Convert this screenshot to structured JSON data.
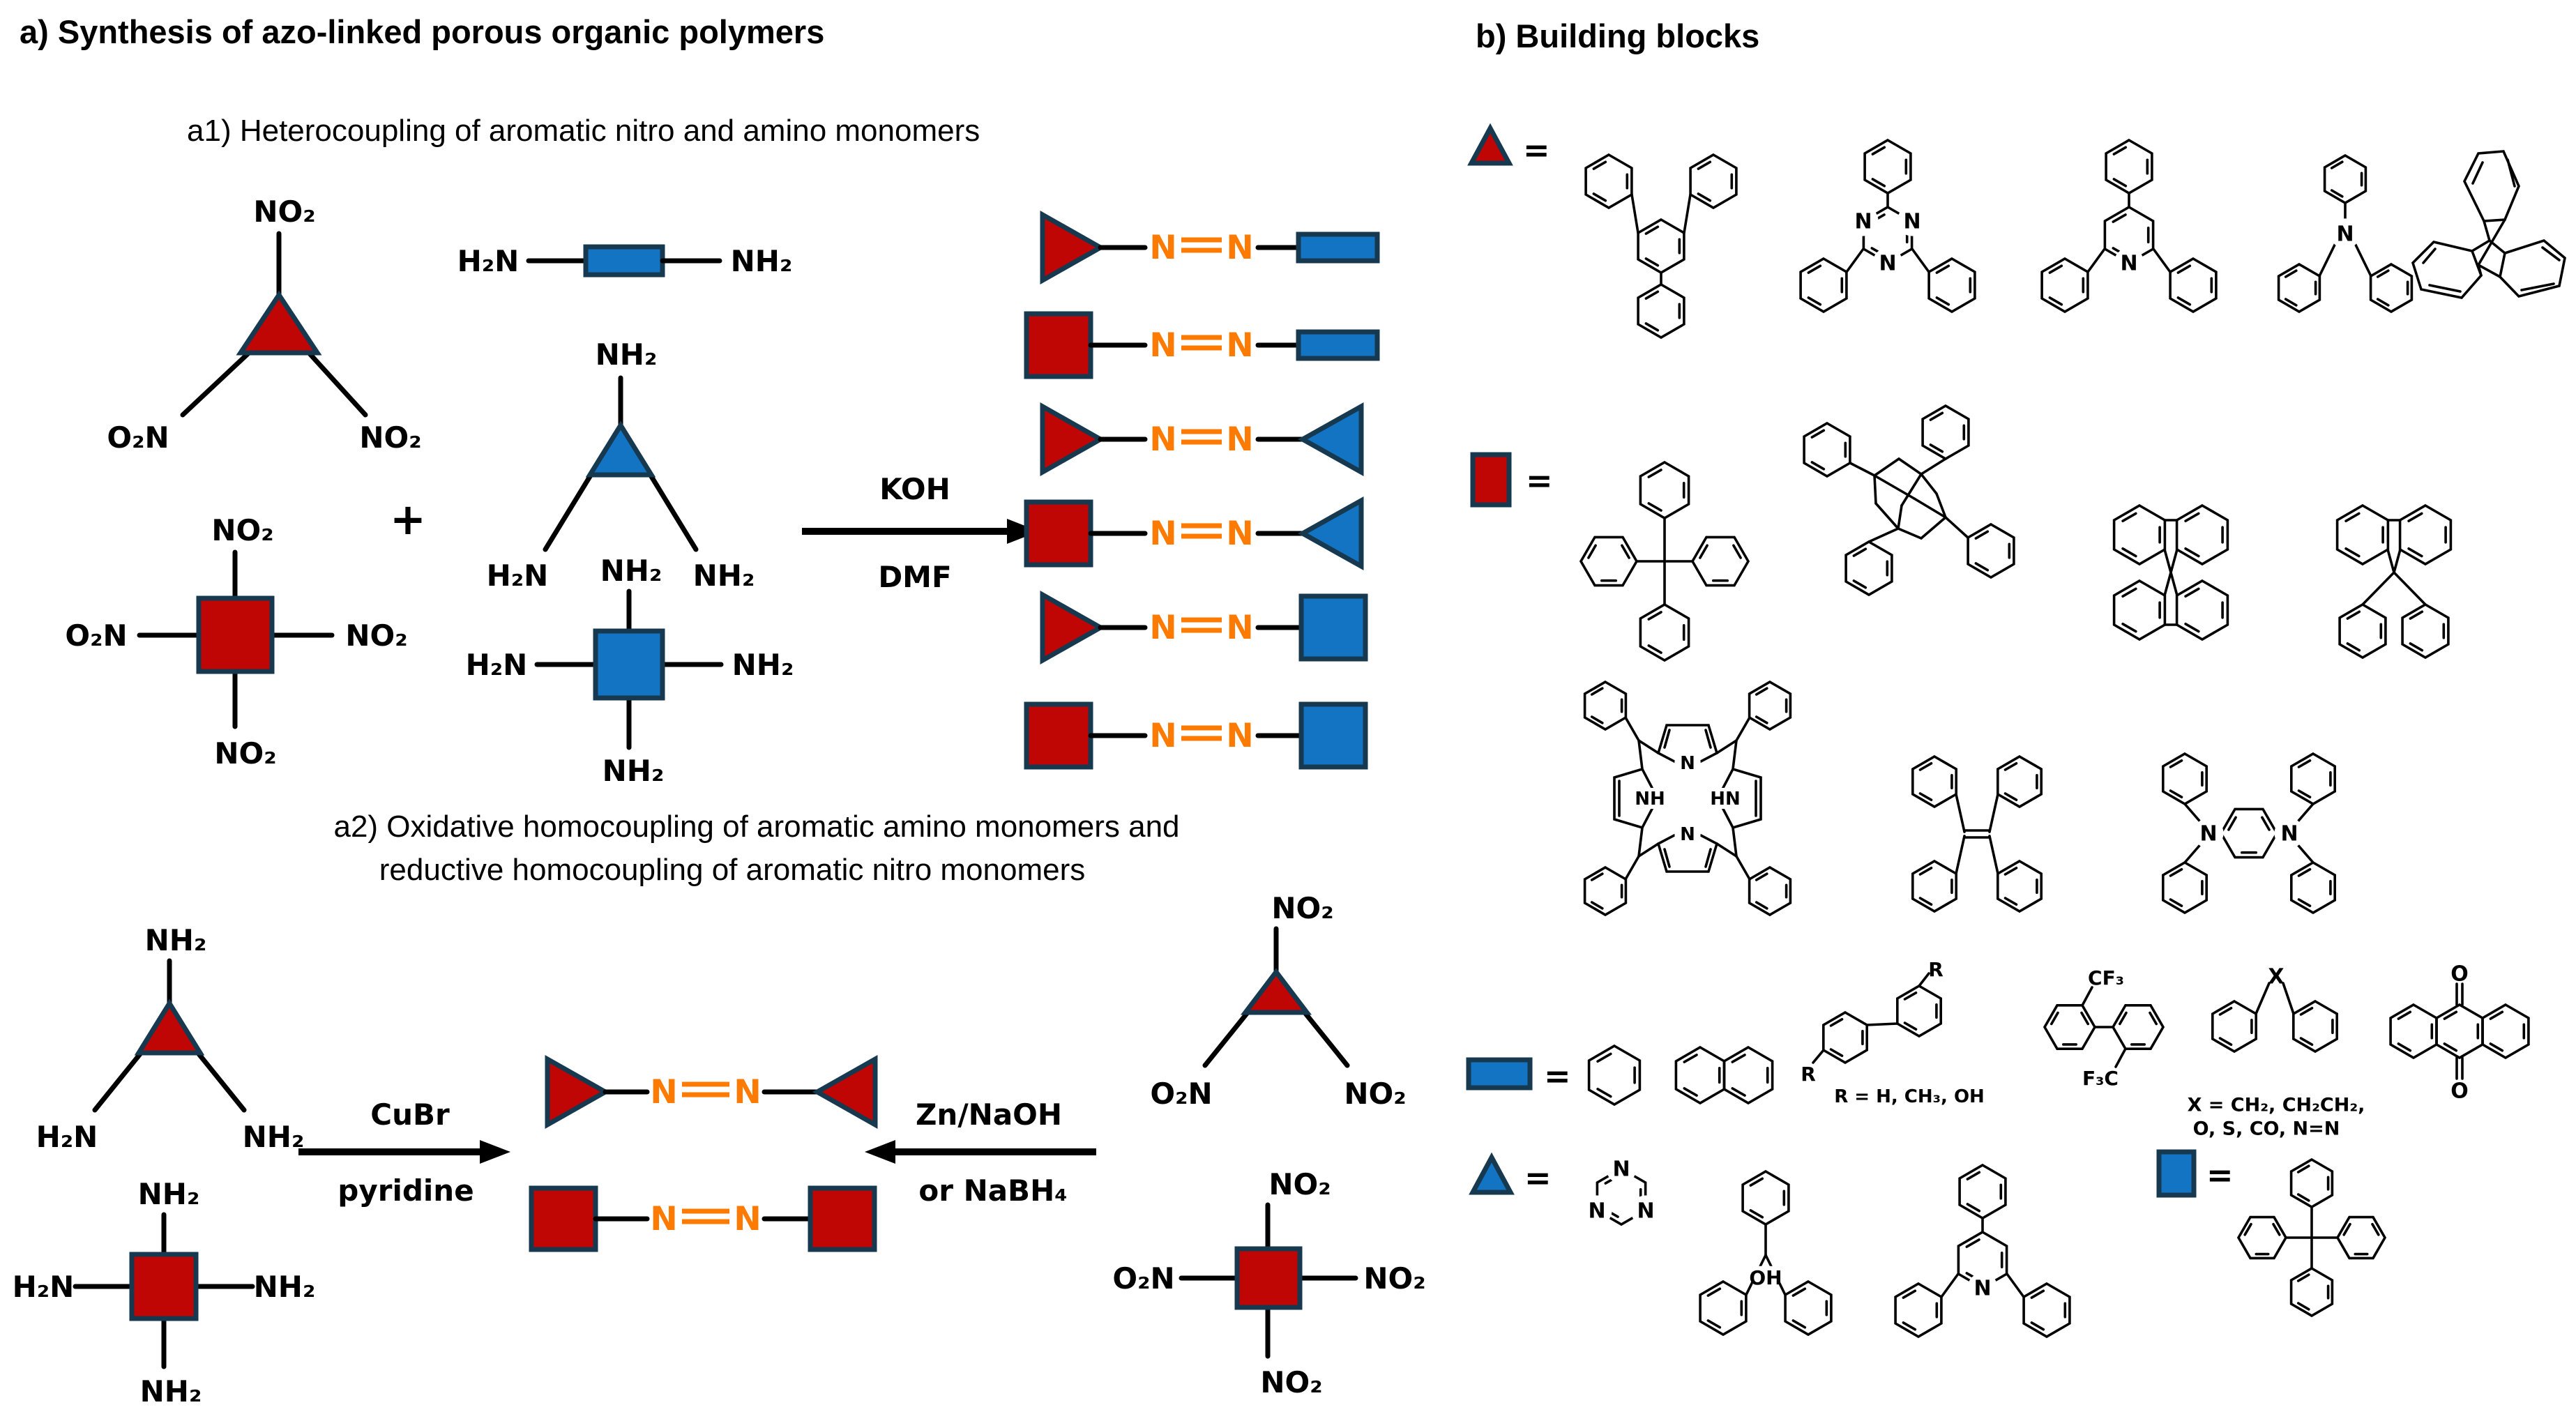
{
  "colors": {
    "monomer_red": "#c00505",
    "monomer_blue": "#1474c4",
    "shape_outline": "#16394f",
    "azo_orange": "#ff7a00",
    "text_black": "#000000"
  },
  "panel_a": {
    "title": "a) Synthesis of azo-linked porous organic polymers",
    "a1_subtitle": "a1) Heterocoupling of aromatic nitro and amino monomers",
    "a2_subtitle_1": "a2) Oxidative homocoupling of aromatic amino monomers and",
    "a2_subtitle_2": "reductive homocoupling of aromatic nitro monomers",
    "plus": "+",
    "labels": {
      "no2": "NO₂",
      "o2n": "O₂N",
      "nh2": "NH₂",
      "h2n": "H₂N",
      "n": "N"
    },
    "cond": {
      "koh": "KOH",
      "dmf": "DMF",
      "cubr": "CuBr",
      "pyridine": "pyridine",
      "zn": "Zn/NaOH",
      "nabh4": "or NaBH₄"
    },
    "a1_products": [
      {
        "left": "red-triangle",
        "link": "N=N",
        "right": "blue-bar"
      },
      {
        "left": "red-square",
        "link": "N=N",
        "right": "blue-bar"
      },
      {
        "left": "red-triangle",
        "link": "N=N",
        "right": "blue-triangle"
      },
      {
        "left": "red-square",
        "link": "N=N",
        "right": "blue-triangle"
      },
      {
        "left": "red-triangle",
        "link": "N=N",
        "right": "blue-square"
      },
      {
        "left": "red-square",
        "link": "N=N",
        "right": "blue-square"
      }
    ],
    "a2_products": [
      {
        "left": "red-triangle",
        "link": "N=N",
        "right": "red-triangle"
      },
      {
        "left": "red-square",
        "link": "N=N",
        "right": "red-square"
      }
    ]
  },
  "panel_b": {
    "title": "b) Building blocks",
    "eq": "=",
    "atoms": {
      "N": "N",
      "NH": "NH",
      "HN": "HN",
      "OH": "OH",
      "O": "O",
      "R": "R",
      "X": "X",
      "CF3": "CF₃",
      "F3C": "F₃C"
    },
    "captions": {
      "r": "R = H, CH₃, OH",
      "x1": "X = CH₂, CH₂CH₂,",
      "x2": "O, S, CO, N=N"
    },
    "legend": [
      {
        "symbol": "red-triangle",
        "structures": [
          "triphenylbenzene",
          "triphenyltriazine",
          "triphenylpyridine",
          "triphenylamine",
          "triptycene"
        ]
      },
      {
        "symbol": "red-square",
        "structures": [
          "tetraphenylmethane",
          "tetraphenyladamantane",
          "spirobifluorene",
          "diphenylfluorene",
          "tetraphenylporphyrin",
          "tetraphenylethylene",
          "tetraphenylphenylenediamine"
        ]
      },
      {
        "symbol": "blue-bar",
        "structures": [
          "benzene",
          "naphthalene",
          "biphenyl-R",
          "bis-trifluoromethyl-biphenyl",
          "diphenyl-X",
          "anthraquinone"
        ]
      },
      {
        "symbol": "blue-triangle",
        "structures": [
          "triazine",
          "triphenylmethanol",
          "triphenylpyridine"
        ]
      },
      {
        "symbol": "blue-square",
        "structures": [
          "tetraphenylmethane"
        ]
      }
    ]
  }
}
